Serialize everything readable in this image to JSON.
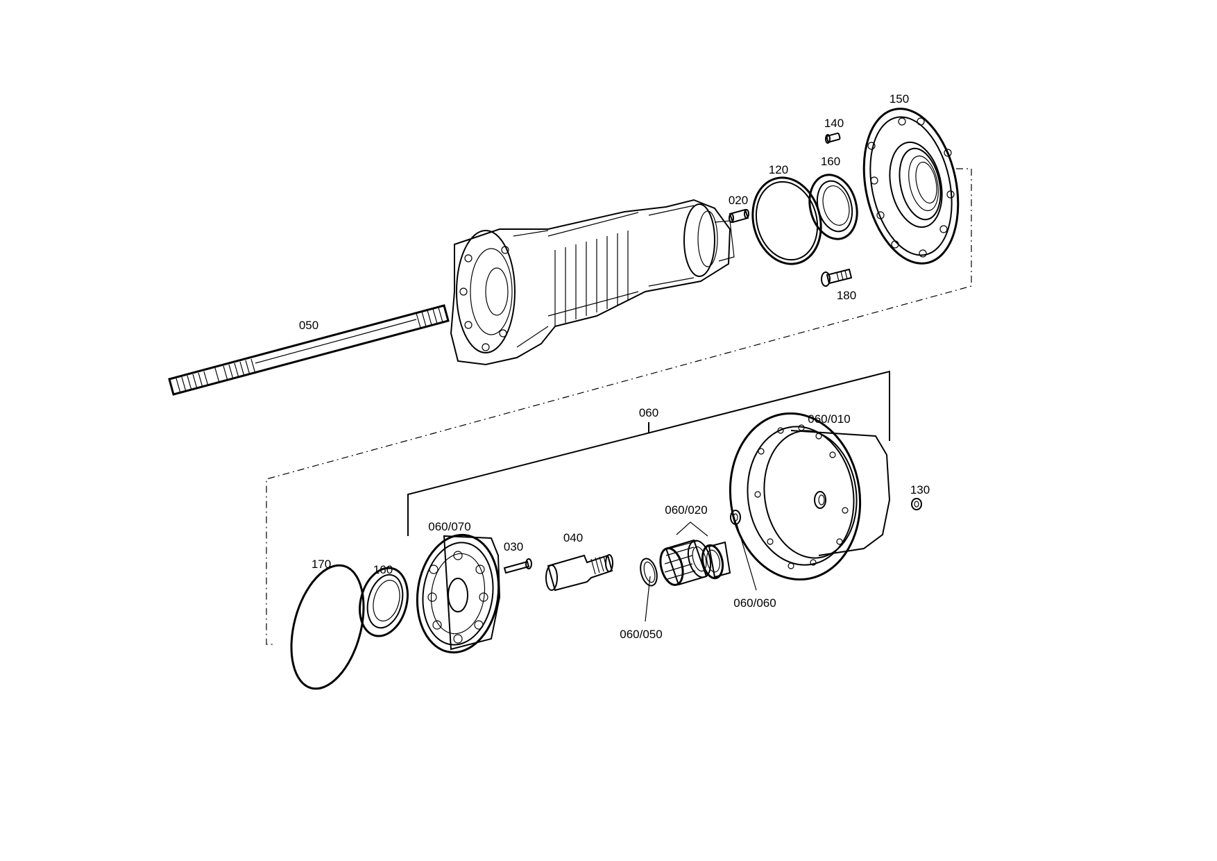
{
  "colors": {
    "ink": "#000000",
    "background": "#ffffff"
  },
  "labels": {
    "p020": "020",
    "p030": "030",
    "p040": "040",
    "p050": "050",
    "p060": "060",
    "p060_010": "060/010",
    "p060_020": "060/020",
    "p060_050": "060/050",
    "p060_060": "060/060",
    "p060_070": "060/070",
    "p120": "120",
    "p130": "130",
    "p140": "140",
    "p150": "150",
    "p160_top": "160",
    "p160_bottom": "160",
    "p170": "170",
    "p180": "180"
  }
}
